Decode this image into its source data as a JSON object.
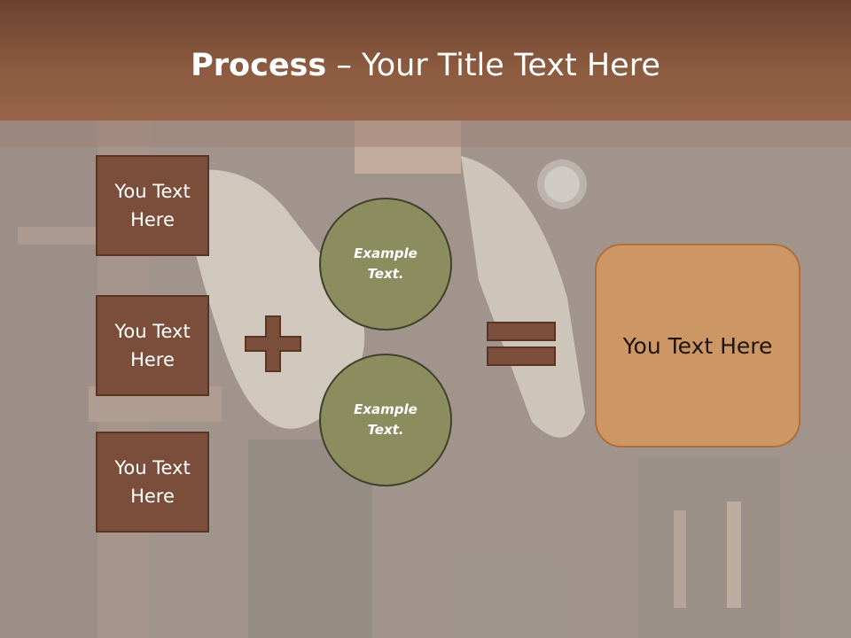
{
  "slide": {
    "title_bold": "Process",
    "title_rest": " – Your Title Text Here"
  },
  "inputs": [
    {
      "label": "You Text Here"
    },
    {
      "label": "You Text Here"
    },
    {
      "label": "You Text Here"
    }
  ],
  "operands": [
    {
      "label": "Example Text."
    },
    {
      "label": "Example Text."
    }
  ],
  "result": {
    "label": "You Text Here"
  },
  "icons": {
    "plus": "plus-icon",
    "equals": "equals-icon"
  },
  "colors": {
    "title_bar": "#8b5a3f",
    "box_fill": "#7b4e3b",
    "circle_fill": "#8b8d5f",
    "result_fill": "#cd9765"
  }
}
